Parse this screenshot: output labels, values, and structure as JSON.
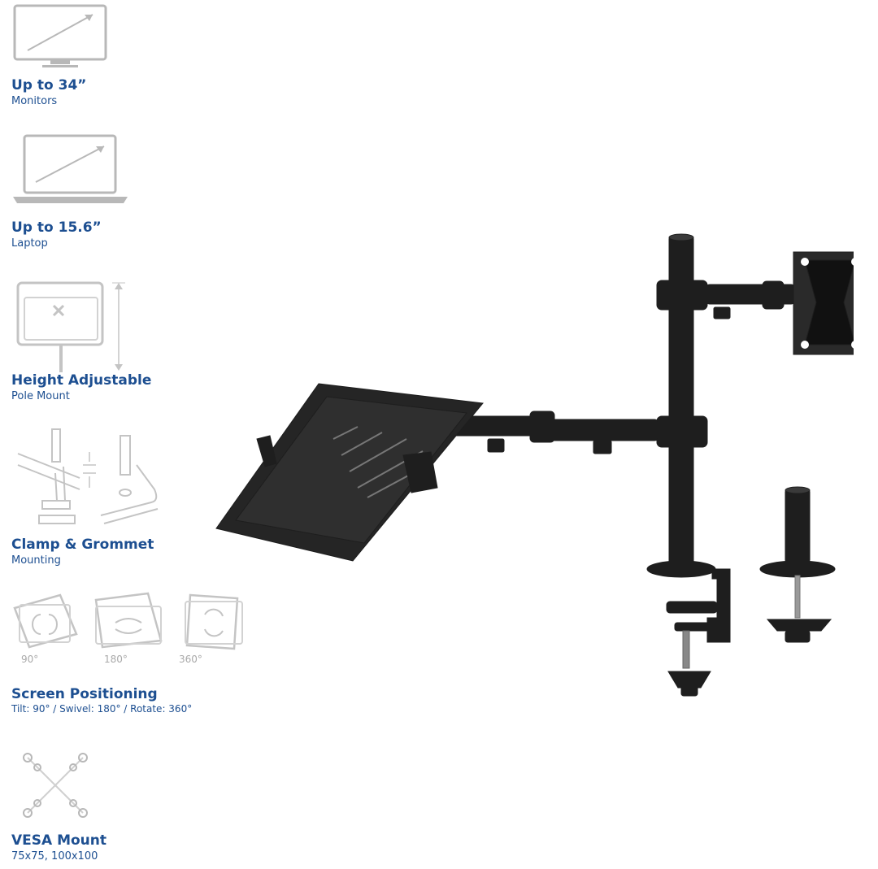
{
  "features": [
    {
      "title": "Up to 34”",
      "subtitle": "Monitors",
      "icon": "monitor-icon"
    },
    {
      "title": "Up to 15.6”",
      "subtitle": "Laptop",
      "icon": "laptop-icon"
    },
    {
      "title": "Height Adjustable",
      "subtitle": "Pole Mount",
      "icon": "height-adjust-icon"
    },
    {
      "title": "Clamp & Grommet",
      "subtitle": "Mounting",
      "icon": "clamp-grommet-icon"
    },
    {
      "title": "Screen Positioning",
      "subtitle": "Tilt: 90°   /   Swivel: 180° /   Rotate: 360°",
      "icon": "screen-positioning-icon"
    },
    {
      "title": "VESA Mount",
      "subtitle": "75x75, 100x100",
      "icon": "vesa-pattern-icon"
    }
  ],
  "positioning_degrees": [
    "90°",
    "180°",
    "360°"
  ],
  "colors": {
    "accent": "#1d4f91",
    "icon_grey": "#b8b8b8",
    "product": "#1e1e1e"
  }
}
